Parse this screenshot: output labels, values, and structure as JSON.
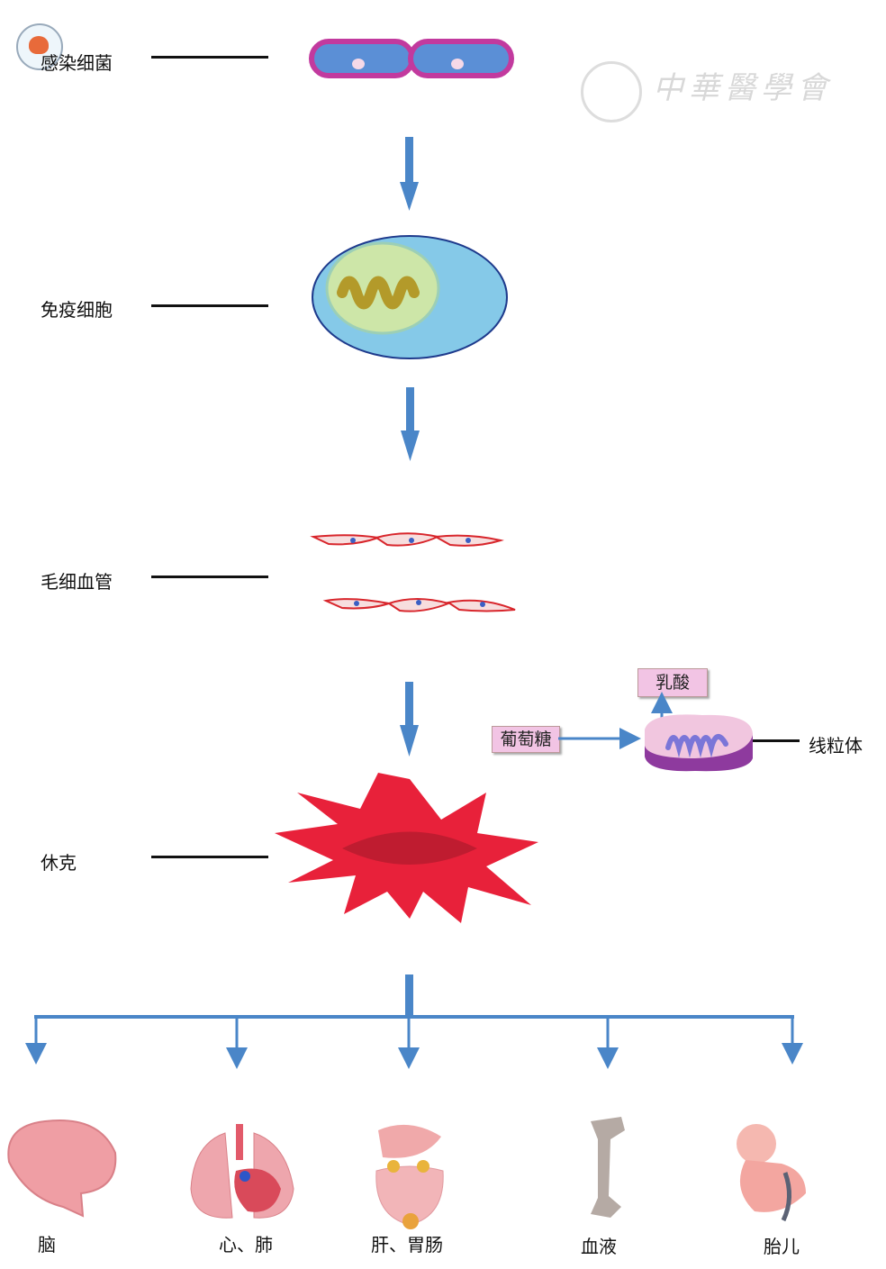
{
  "watermark": "中華醫學會",
  "stages": [
    {
      "id": "bacteria",
      "label": "感染细菌"
    },
    {
      "id": "immune",
      "label": "免疫细胞"
    },
    {
      "id": "capillary",
      "label": "毛细血管"
    },
    {
      "id": "shock",
      "label": "休克"
    }
  ],
  "mito": {
    "glucose": "葡萄糖",
    "lactate": "乳酸",
    "label": "线粒体"
  },
  "organs": [
    {
      "id": "brain",
      "label": "脑"
    },
    {
      "id": "heart-lung",
      "label": "心、肺"
    },
    {
      "id": "liver-gi",
      "label": "肝、胃肠"
    },
    {
      "id": "blood",
      "label": "血液"
    },
    {
      "id": "fetus",
      "label": "胎儿"
    }
  ],
  "colors": {
    "arrow": "#4a86c8",
    "shock": "#e8213a",
    "bacteria_border": "#c23a9e",
    "bacteria_fill": "#5b8fd6"
  }
}
